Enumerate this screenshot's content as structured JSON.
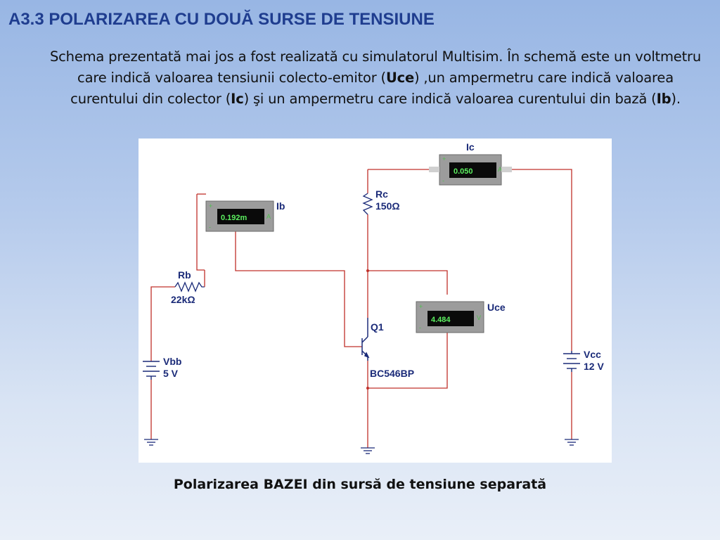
{
  "title": "A3.3 POLARIZAREA CU DOUĂ SURSE DE TENSIUNE",
  "intro": {
    "p1": "Schema prezentată mai jos a fost realizată cu simulatorul Multisim. În  schemă este un voltmetru care indică valoarea tensiunii colecto-emitor (",
    "b1": "Uce",
    "p2": ") ,un ampermetru care indică valoarea curentului din colector (",
    "b2": "Ic",
    "p3": ") şi un ampermetru care indică valoarea curentului din bază (",
    "b3": "Ib",
    "p4": ")."
  },
  "schematic": {
    "meter_ic": {
      "label": "Ic",
      "value": "0.050"
    },
    "meter_ib": {
      "label": "Ib",
      "value": "0.192m"
    },
    "meter_uce": {
      "label": "Uce",
      "value": "4.484"
    },
    "rc": {
      "name": "Rc",
      "value": "150Ω"
    },
    "rb": {
      "name": "Rb",
      "value": "22kΩ"
    },
    "vbb": {
      "name": "Vbb",
      "value": "5 V"
    },
    "vcc": {
      "name": "Vcc",
      "value": "12 V"
    },
    "transistor": {
      "name": "Q1",
      "model": "BC546BP"
    },
    "colors": {
      "wire": "#c0302a",
      "label": "#1a2a78",
      "meter_body": "#9c9c9c",
      "meter_screen": "#0a0a0a",
      "meter_text": "#5cf060"
    }
  },
  "caption": "Polarizarea BAZEI din sursă de tensiune separată"
}
